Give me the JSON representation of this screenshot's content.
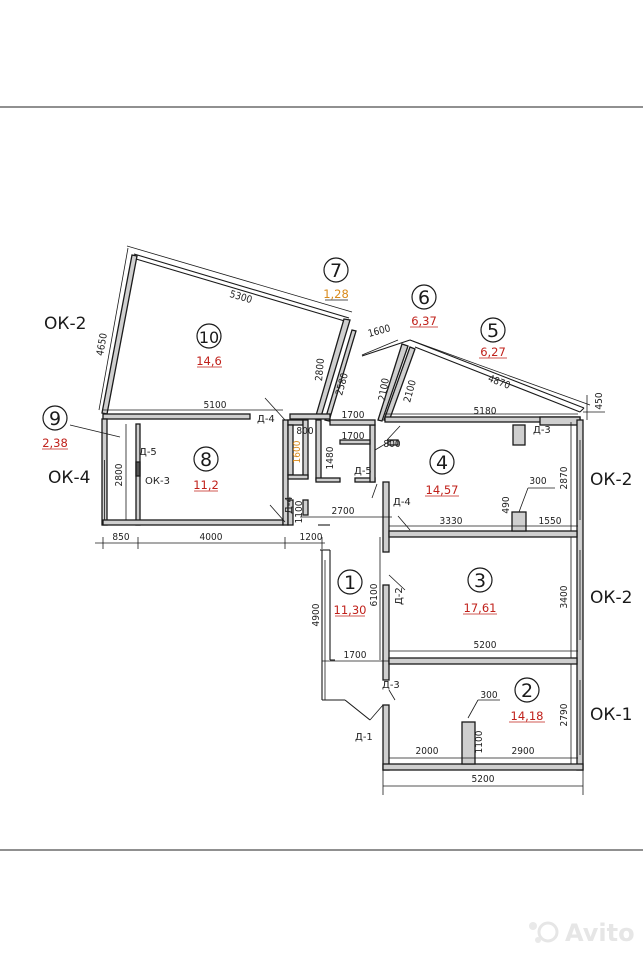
{
  "rooms": [
    {
      "number": "1",
      "area": "11,30"
    },
    {
      "number": "2",
      "area": "14,18"
    },
    {
      "number": "3",
      "area": "17,61"
    },
    {
      "number": "4",
      "area": "14,57"
    },
    {
      "number": "5",
      "area": "6,27"
    },
    {
      "number": "6",
      "area": "6,37"
    },
    {
      "number": "7",
      "area": "1,28"
    },
    {
      "number": "8",
      "area": "11,2"
    },
    {
      "number": "9",
      "area": "2,38"
    },
    {
      "number": "10",
      "area": "14,6"
    }
  ],
  "windows": {
    "ok2_top": "ОК-2",
    "ok4": "ОК-4",
    "ok3": "ОК-3",
    "ok2_right_1": "ОК-2",
    "ok2_right_2": "ОК-2",
    "ok1": "ОК-1"
  },
  "doors": {
    "d1": "Д-1",
    "d2": "Д-2",
    "d3_bottom": "Д-3",
    "d3_top": "Д-3",
    "d4_top": "Д-4",
    "d4_left": "Д-4",
    "d4_right": "Д-4",
    "d5_left": "Д-5",
    "d5_mid": "Д-5"
  },
  "dimensions": {
    "d5300": "5300",
    "d4650": "4650",
    "d1600_top": "1600",
    "d4870": "4870",
    "d450": "450",
    "d2800_a": "2800",
    "d2580": "2580",
    "d2100_a": "2100",
    "d2100_b": "2100",
    "d5100": "5100",
    "d1700_a": "1700",
    "d1700_b": "1700",
    "d5180": "5180",
    "d800_a": "800",
    "d800_b": "800",
    "d1600_orange": "1600",
    "d1480": "1480",
    "d2800_b": "2800",
    "d2870": "2870",
    "d300_a": "300",
    "d490": "490",
    "d1100_a": "1100",
    "d2700": "2700",
    "d3330": "3330",
    "d1550": "1550",
    "d850": "850",
    "d4000": "4000",
    "d1200": "1200",
    "d6100": "6100",
    "d4900": "4900",
    "d3400": "3400",
    "d5200_a": "5200",
    "d1700_c": "1700",
    "d300_b": "300",
    "d2790": "2790",
    "d1100_b": "1100",
    "d2000": "2000",
    "d2900": "2900",
    "d5200_b": "5200"
  },
  "watermark": "Avito"
}
